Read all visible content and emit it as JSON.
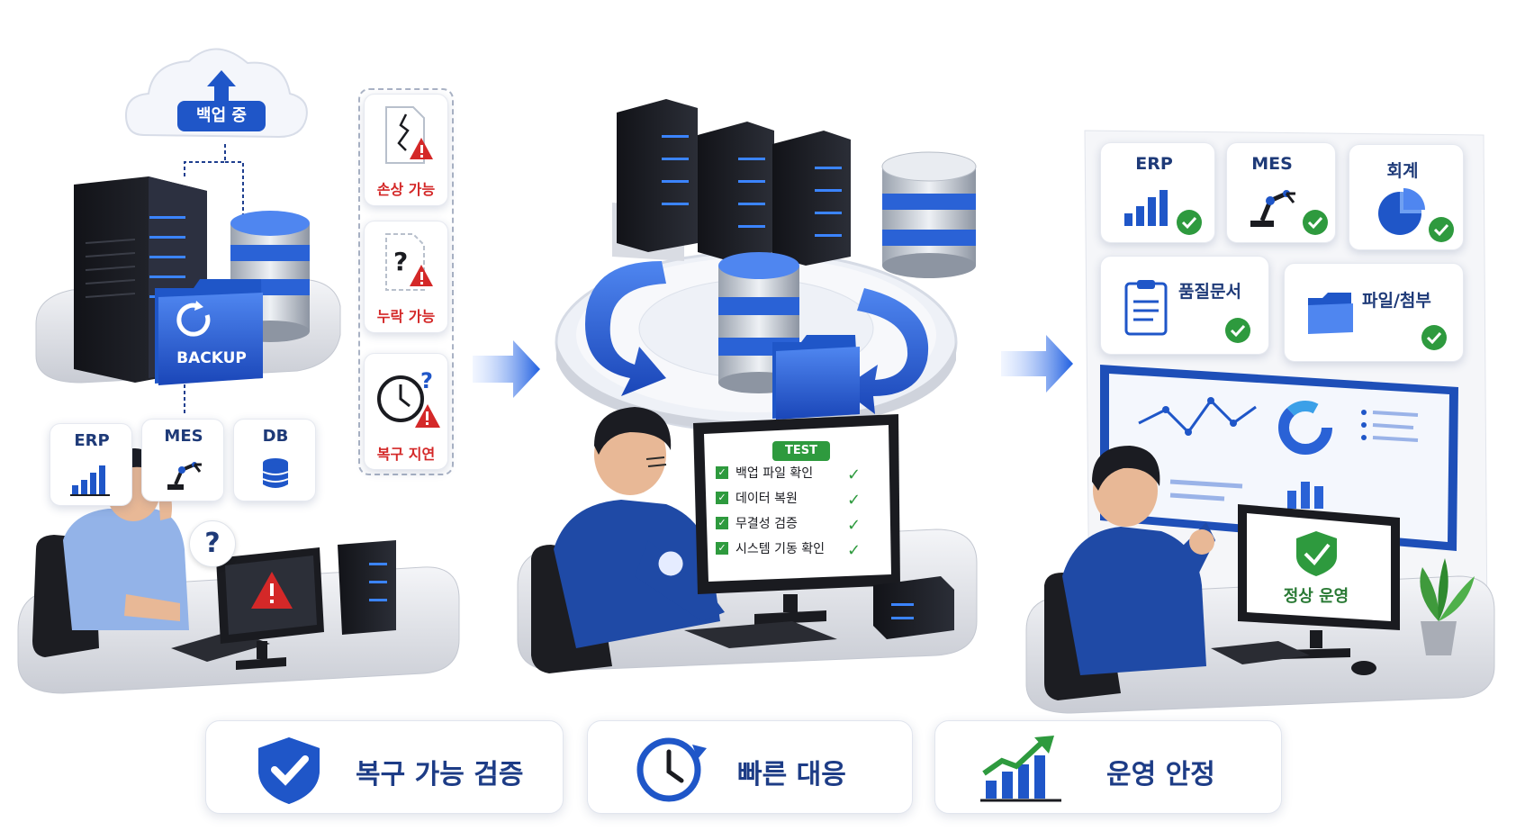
{
  "colors": {
    "brand_blue": "#1f56c8",
    "navy_text": "#1e3a78",
    "warning_red": "#d42828",
    "success_green": "#2e9a3e",
    "server_dark": "#1d1f26"
  },
  "stage1": {
    "cloud_label": "백업 중",
    "backup_folder_label": "BACKUP",
    "systems": [
      {
        "label": "ERP",
        "icon": "bar-chart-icon"
      },
      {
        "label": "MES",
        "icon": "robot-arm-icon"
      },
      {
        "label": "DB",
        "icon": "database-icon"
      }
    ],
    "question_mark": "?",
    "risks": [
      {
        "label": "손상 가능",
        "icon": "damaged-file-icon"
      },
      {
        "label": "누락 가능",
        "icon": "missing-file-icon"
      },
      {
        "label": "복구 지연",
        "icon": "clock-icon"
      }
    ]
  },
  "stage2": {
    "test_badge": "TEST",
    "checklist": [
      "백업 파일 확인",
      "데이터 복원",
      "무결성 검증",
      "시스템 기동 확인"
    ]
  },
  "stage3": {
    "systems": [
      {
        "label": "ERP",
        "icon": "bar-chart-icon"
      },
      {
        "label": "MES",
        "icon": "robot-arm-icon"
      },
      {
        "label": "회계",
        "icon": "pie-chart-icon"
      },
      {
        "label": "품질문서",
        "icon": "document-icon"
      },
      {
        "label": "파일/첨부",
        "icon": "folder-icon"
      }
    ],
    "status_label": "정상 운영"
  },
  "benefits": [
    {
      "label": "복구 가능 검증",
      "icon": "shield-check-icon"
    },
    {
      "label": "빠른 대응",
      "icon": "clock-refresh-icon"
    },
    {
      "label": "운영 안정",
      "icon": "growth-chart-icon"
    }
  ]
}
